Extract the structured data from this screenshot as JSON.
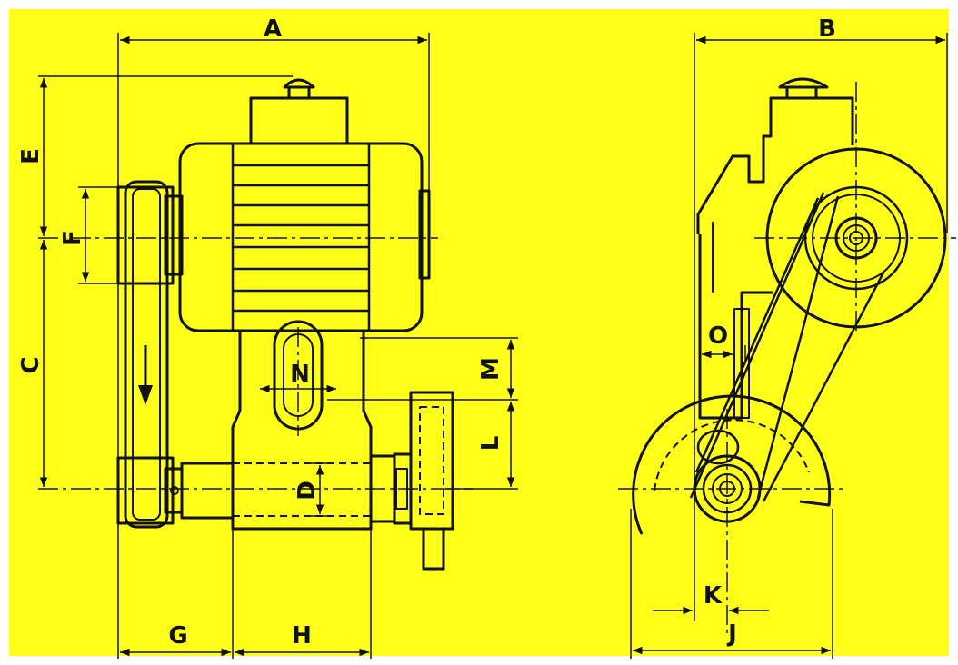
{
  "colors": {
    "background": "#ffff1a",
    "ink": "#111111",
    "frame": "#ffffff"
  },
  "labels": {
    "A": "A",
    "B": "B",
    "C": "C",
    "D": "D",
    "E": "E",
    "F": "F",
    "G": "G",
    "H": "H",
    "J": "J",
    "K": "K",
    "L": "L",
    "M": "M",
    "N": "N",
    "O": "O"
  }
}
